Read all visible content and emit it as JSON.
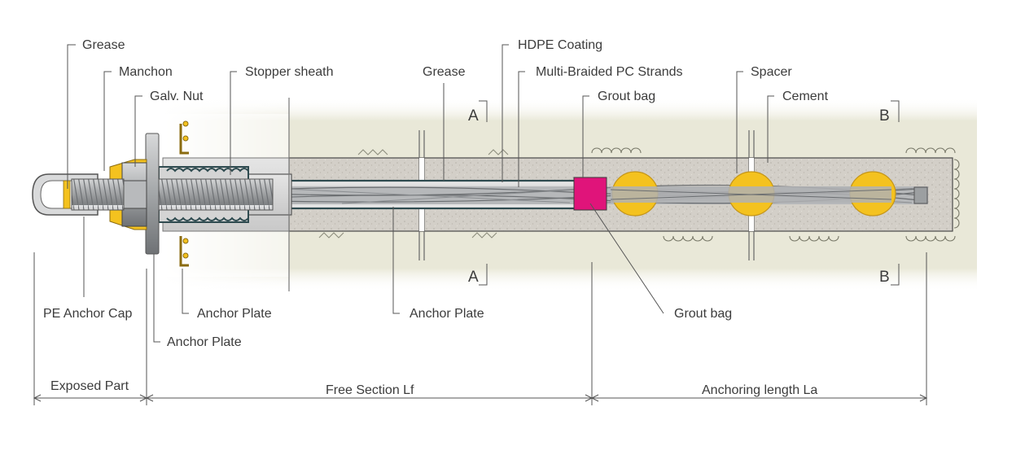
{
  "labels": {
    "grease_top": "Grease",
    "manchon": "Manchon",
    "galv_nut": "Galv. Nut",
    "stopper_sheath": "Stopper sheath",
    "grease_mid": "Grease",
    "hdpe_coating": "HDPE Coating",
    "multi_braided": "Multi-Braided PC Strands",
    "grout_bag_top": "Grout bag",
    "spacer": "Spacer",
    "cement": "Cement",
    "section_a_top": "A",
    "section_a_bottom": "A",
    "section_b_top": "B",
    "section_b_bottom": "B",
    "pe_anchor_cap": "PE Anchor Cap",
    "anchor_plate_1": "Anchor Plate",
    "anchor_plate_2": "Anchor Plate",
    "anchor_plate_3": "Anchor Plate",
    "grout_bag_bottom": "Grout bag"
  },
  "dimensions": {
    "exposed_part": "Exposed Part",
    "free_section": "Free Section Lf",
    "anchoring_length": "Anchoring length La"
  },
  "colors": {
    "soil": "#e3e2cf",
    "grout": "#cfcbc4",
    "steel": "#9a9da0",
    "yellow": "#f4c21f",
    "grout_bag": "#e0147a",
    "dark_stroke": "#3b3b3b",
    "teal_sheath": "#2d4a4f"
  }
}
